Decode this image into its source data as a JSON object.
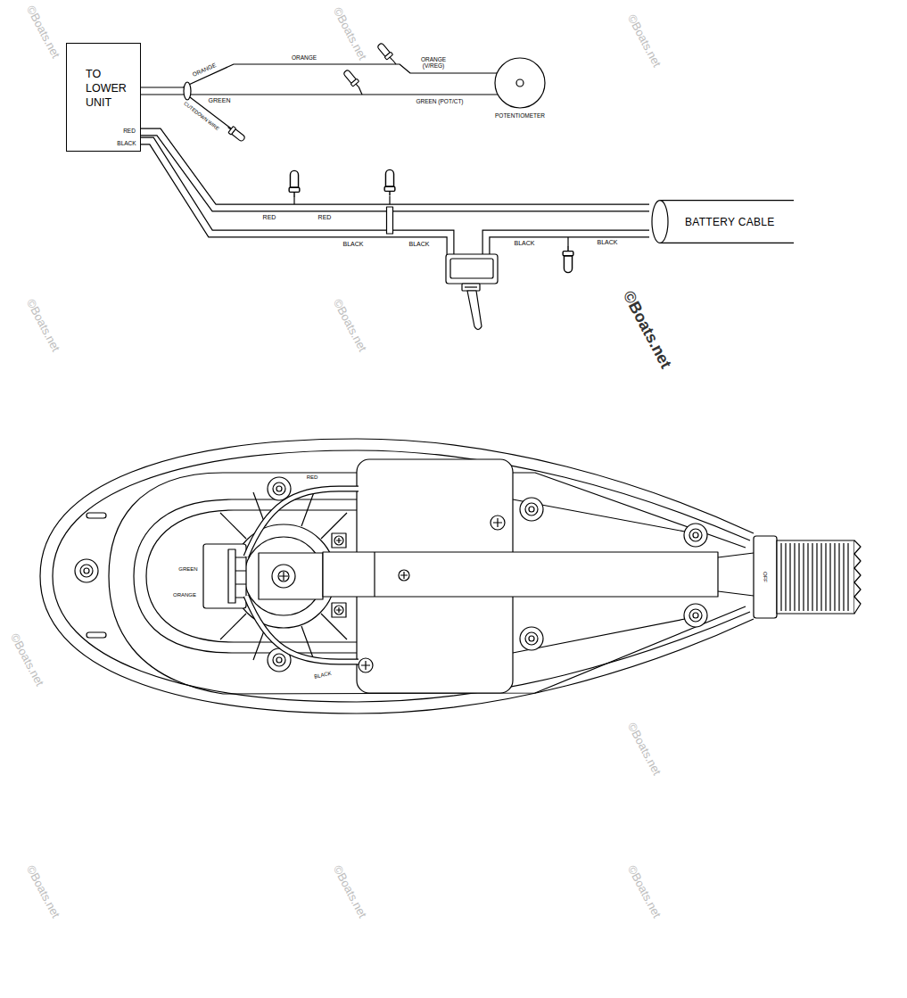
{
  "diagram": {
    "nodes": [
      {
        "text": [
          "TO LOWER UNIT"
        ]
      },
      {
        "text": [
          "POTENTIOMETER"
        ]
      },
      {
        "text": [
          "BATTERY CABLE"
        ]
      }
    ],
    "edges": [
      {
        "from": 0,
        "to": 1,
        "arrow": "none"
      },
      {
        "from": 0,
        "to": 1,
        "arrow": "none"
      },
      {
        "from": 0,
        "to": 2,
        "arrow": "none"
      },
      {
        "from": 0,
        "to": 2,
        "arrow": "none"
      }
    ],
    "labels": [
      "ORANGE",
      "ORANGE",
      "ORANGE (V/REG)",
      "GREEN",
      "GREEN (POT/CT)",
      "CUTEDOWN WIRE",
      "RED",
      "BLACK",
      "RED",
      "RED",
      "BLACK",
      "BLACK",
      "BLACK",
      "BLACK",
      "GREEN",
      "ORANGE",
      "RED",
      "BLACK",
      "OFF",
      "©Boats.net",
      "©Boats.net",
      "©Boats.net",
      "©Boats.net",
      "©Boats.net",
      "©Boats.net",
      "©Boats.net",
      "©Boats.net",
      "©Boats.net",
      "©Boats.net",
      "©Boats.net"
    ]
  }
}
